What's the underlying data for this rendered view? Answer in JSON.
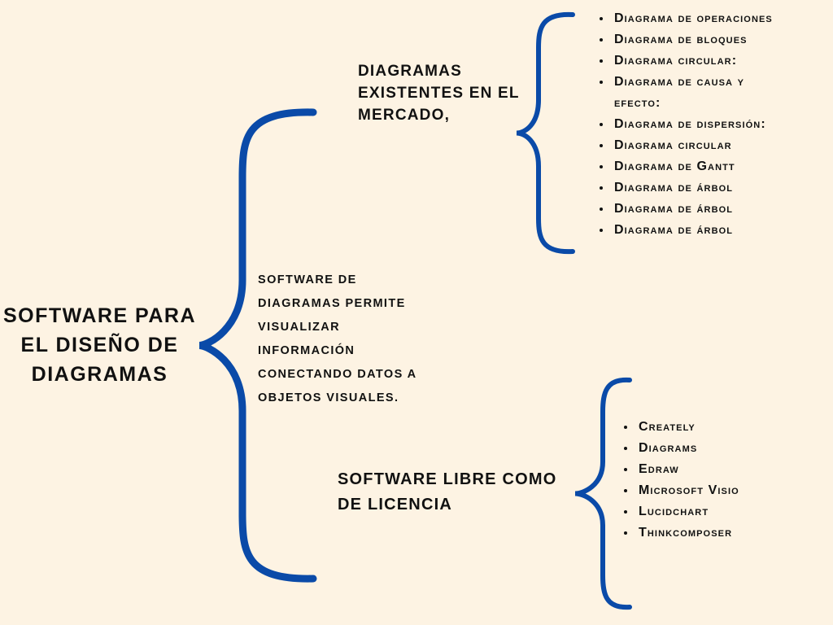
{
  "colors": {
    "background": "#fdf3e3",
    "brace": "#0a4aa8",
    "text": "#111111"
  },
  "title": "Software para el diseño de diagramas",
  "description": "software de diagramas permite visualizar información conectando datos a objetos visuales.",
  "top_branch": {
    "heading": "Diagramas existentes en el mercado,",
    "items": [
      "Diagrama de operaciones",
      "Diagrama de bloques",
      "Diagrama circular:",
      "Diagrama de causa y efecto:",
      "Diagrama de dispersión:",
      "Diagrama circular",
      "Diagrama de Gantt",
      "Diagrama de árbol",
      "Diagrama de árbol",
      "Diagrama de árbol"
    ]
  },
  "bottom_branch": {
    "heading": "Software libre como de licencia",
    "items": [
      "Creately",
      "Diagrams",
      "Edraw",
      "Microsoft Visio",
      "Lucidchart",
      "Thinkcomposer"
    ]
  }
}
